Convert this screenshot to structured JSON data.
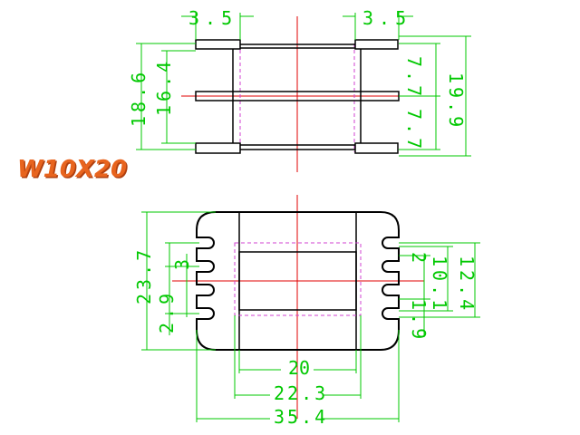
{
  "diagram": {
    "title": "W10X20",
    "colors": {
      "outline": "#000000",
      "dimension": "#00c800",
      "center_line": "#e00000",
      "hidden_line": "#d040d0",
      "title": "#e8641e"
    },
    "top_view": {
      "dims": {
        "left_flange_width": "3.5",
        "right_flange_width": "3.5",
        "outer_height": "18.6",
        "inner_height": "16.4",
        "upper_section": "7.7",
        "lower_section": "7.7",
        "total_height": "19.9"
      }
    },
    "bottom_view": {
      "dims": {
        "overall_height": "23.7",
        "slot_pitch": "3",
        "slot_width": "2.9",
        "right_slot_pitch": "2",
        "right_inner": "10.1",
        "right_outer": "12.4",
        "right_small": "1.9",
        "window_width": "20",
        "middle_width": "22.3",
        "overall_width": "35.4"
      }
    }
  }
}
